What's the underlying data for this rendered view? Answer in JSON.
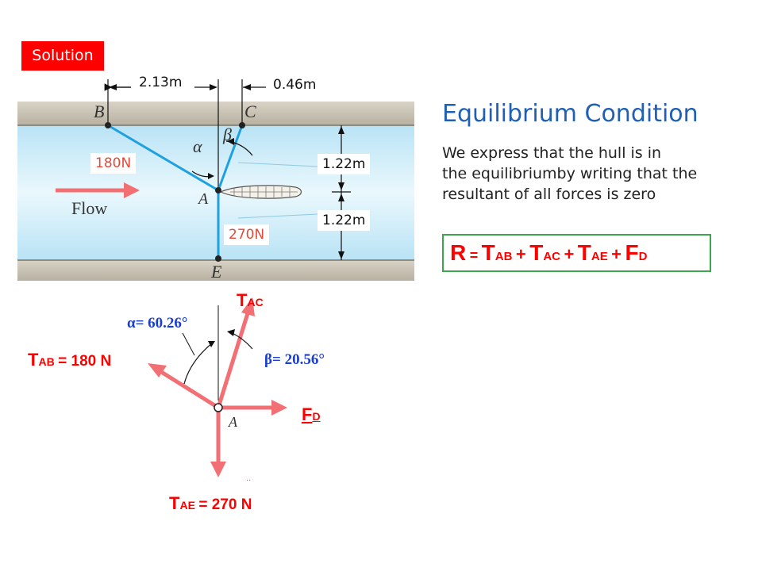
{
  "solution_label": "Solution",
  "heading": "Equilibrium Condition",
  "description_lines": [
    "We express that the hull is in",
    "the equilibriumby writing that the",
    "resultant of all forces is zero"
  ],
  "equation": {
    "R": "R",
    "eq": "=",
    "T": "T",
    "sub_ab": "AB",
    "sub_ac": "AC",
    "sub_ae": "AE",
    "F": "F",
    "sub_d": "D",
    "plus": "+"
  },
  "diagram": {
    "dim_top_left": "2.13m",
    "dim_top_right": "0.46m",
    "dim_right_upper": "1.22m",
    "dim_right_lower": "1.22m",
    "force_ab_tag": "180N",
    "force_ae_tag": "270N",
    "point_b": "B",
    "point_c": "C",
    "point_a": "A",
    "point_e": "E",
    "alpha": "α",
    "beta": "β",
    "flow_label": "Flow"
  },
  "fbd": {
    "tac_T": "T",
    "tac_sub": "AC",
    "tab_T": "T",
    "tab_sub": "AB",
    "tab_value": "= 180  N",
    "tae_T": "T",
    "tae_sub": "AE",
    "tae_value": "= 270  N",
    "fd_F": "F",
    "fd_sub": "D",
    "alpha_value": "α= 60.26°",
    "beta_value": "β= 20.56°",
    "point_a": "A",
    "stray_mark": ".."
  },
  "colors": {
    "solution_bg": "#ff0000",
    "heading": "#1f5fb4",
    "equation_text": "#ff0000",
    "equation_border": "#3ea64a",
    "force_arrow": "#f26f74",
    "cable": "#1fa0e0",
    "water": "#d6f0fa",
    "bank": "#c8c2b4",
    "angle_text": "#1a3fd0"
  }
}
